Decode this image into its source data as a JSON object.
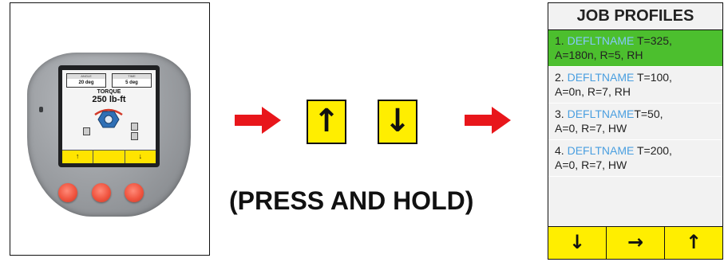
{
  "device": {
    "box_left_caption": "ANGLE",
    "box_left_value": "20 deg",
    "box_right_caption": "TIME",
    "box_right_value": "5 deg",
    "label": "TORQUE",
    "value": "250 lb-ft",
    "softkey_left": "↑",
    "softkey_middle": "",
    "softkey_right": "↓"
  },
  "keys": {
    "up_symbol": "↑",
    "down_symbol": "↓"
  },
  "instruction": "(PRESS AND HOLD)",
  "job_profiles": {
    "title": "JOB PROFILES",
    "items": [
      {
        "num": "1.",
        "name": "DEFLTNAME",
        "line1": "T=325,",
        "line2": "A=180n, R=5, RH",
        "selected": true
      },
      {
        "num": "2.",
        "name": "DEFLTNAME",
        "line1": "T=100,",
        "line2": "A=0n, R=7, RH",
        "selected": false
      },
      {
        "num": "3.",
        "name": "DEFLTNAME",
        "line1": "T=50,",
        "line2": "A=0, R=7, HW",
        "selected": false
      },
      {
        "num": "4.",
        "name": "DEFLTNAME",
        "line1": "T=200,",
        "line2": "A=0, R=7, HW",
        "selected": false
      }
    ],
    "softkeys": {
      "down": "↓",
      "right": "→",
      "up": "↑"
    }
  },
  "colors": {
    "arrow_red": "#e8161b",
    "key_yellow": "#ffee00",
    "selected_green": "#4cbf2e",
    "name_blue": "#4a9fe0"
  }
}
